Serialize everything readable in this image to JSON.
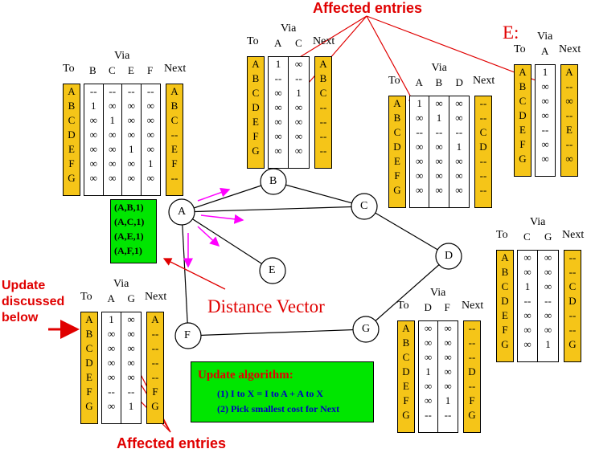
{
  "labels": {
    "affected_top": "Affected entries",
    "affected_bottom": "Affected entries",
    "update_discussed": [
      "Update",
      "discussed",
      "below"
    ],
    "distance_vector": "Distance Vector",
    "e_label": "E:"
  },
  "nodes": [
    "A",
    "B",
    "C",
    "D",
    "E",
    "F",
    "G"
  ],
  "advert": [
    "(A,B,1)",
    "(A,C,1)",
    "(A,E,1)",
    "(A,F,1)"
  ],
  "algorithm": {
    "title": "Update algorithm:",
    "step1": "(1) I to X = I to A + A to X",
    "step2": "(2) Pick smallest cost for Next"
  },
  "colors": {
    "gold": "#f5c518",
    "green": "#00e600",
    "magenta": "#ff00ff",
    "red": "#e00000",
    "cyan": "#00bcd4",
    "purple": "#a020a0"
  },
  "tables": {
    "a": {
      "to_h": "To",
      "via_h": "Via",
      "next_h": "Next",
      "to": [
        "A",
        "B",
        "C",
        "D",
        "E",
        "F",
        "G"
      ],
      "cols": [
        {
          "h": "B",
          "v": [
            "--",
            "1",
            "∞",
            "∞",
            "∞",
            "∞",
            "∞"
          ]
        },
        {
          "h": "C",
          "v": [
            "--",
            "∞",
            "1",
            "∞",
            "∞",
            "∞",
            "∞"
          ]
        },
        {
          "h": "E",
          "v": [
            "--",
            "∞",
            "∞",
            "∞",
            "1",
            "∞",
            "∞"
          ]
        },
        {
          "h": "F",
          "v": [
            "--",
            "∞",
            "∞",
            "∞",
            "∞",
            "1",
            "∞"
          ]
        }
      ],
      "next": [
        "A",
        "B",
        "C",
        "--",
        "E",
        "F",
        "--"
      ]
    },
    "b": {
      "to_h": "To",
      "via_h": "Via",
      "next_h": "Next",
      "to": [
        "A",
        "B",
        "C",
        "D",
        "E",
        "F",
        "G"
      ],
      "cols": [
        {
          "h": "A",
          "v": [
            "1",
            "--",
            "∞",
            "∞",
            "∞",
            "∞",
            "∞"
          ]
        },
        {
          "h": "C",
          "v": [
            "∞",
            "--",
            "1",
            "∞",
            "∞",
            "∞",
            "∞"
          ]
        }
      ],
      "next": [
        "A",
        "B",
        "C",
        "--",
        "--",
        "--",
        "--"
      ]
    },
    "c": {
      "to_h": "To",
      "via_h": "Via",
      "next_h": "Next",
      "to": [
        "A",
        "B",
        "C",
        "D",
        "E",
        "F",
        "G"
      ],
      "cols": [
        {
          "h": "A",
          "v": [
            "1",
            "∞",
            "--",
            "∞",
            "∞",
            "∞",
            "∞"
          ]
        },
        {
          "h": "B",
          "v": [
            "∞",
            "1",
            "--",
            "∞",
            "∞",
            "∞",
            "∞"
          ]
        },
        {
          "h": "D",
          "v": [
            "∞",
            "∞",
            "--",
            "1",
            "∞",
            "∞",
            "∞"
          ]
        }
      ],
      "next": [
        "--",
        "--",
        "C",
        "D",
        "--",
        "--",
        "--"
      ]
    },
    "e": {
      "to_h": "To",
      "via_h": "Via",
      "next_h": "Next",
      "to": [
        "A",
        "B",
        "C",
        "D",
        "E",
        "F",
        "G"
      ],
      "cols": [
        {
          "h": "A",
          "v": [
            "1",
            "∞",
            "∞",
            "∞",
            "--",
            "∞",
            "∞"
          ]
        }
      ],
      "next": [
        "A",
        "--",
        "∞",
        "--",
        "E",
        "--",
        "∞"
      ]
    },
    "d": {
      "to_h": "To",
      "via_h": "Via",
      "next_h": "Next",
      "to": [
        "A",
        "B",
        "C",
        "D",
        "E",
        "F",
        "G"
      ],
      "cols": [
        {
          "h": "C",
          "v": [
            "∞",
            "∞",
            "1",
            "--",
            "∞",
            "∞",
            "∞"
          ]
        },
        {
          "h": "G",
          "v": [
            "∞",
            "∞",
            "∞",
            "--",
            "∞",
            "∞",
            "1"
          ]
        }
      ],
      "next": [
        "--",
        "--",
        "C",
        "D",
        "--",
        "--",
        "G"
      ]
    },
    "f": {
      "to_h": "To",
      "via_h": "Via",
      "next_h": "Next",
      "to": [
        "A",
        "B",
        "C",
        "D",
        "E",
        "F",
        "G"
      ],
      "cols": [
        {
          "h": "A",
          "v": [
            "1",
            "∞",
            "∞",
            "∞",
            "∞",
            "--",
            "∞"
          ]
        },
        {
          "h": "G",
          "v": [
            "∞",
            "∞",
            "∞",
            "∞",
            "∞",
            "--",
            "1"
          ]
        }
      ],
      "next": [
        "A",
        "--",
        "--",
        "--",
        "--",
        "F",
        "G"
      ]
    },
    "g": {
      "to_h": "To",
      "via_h": "Via",
      "next_h": "Next",
      "to": [
        "A",
        "B",
        "C",
        "D",
        "E",
        "F",
        "G"
      ],
      "cols": [
        {
          "h": "D",
          "v": [
            "∞",
            "∞",
            "∞",
            "1",
            "∞",
            "∞",
            "--"
          ]
        },
        {
          "h": "F",
          "v": [
            "∞",
            "∞",
            "∞",
            "∞",
            "∞",
            "1",
            "--"
          ]
        }
      ],
      "next": [
        "--",
        "--",
        "--",
        "D",
        "--",
        "F",
        "G"
      ]
    }
  }
}
